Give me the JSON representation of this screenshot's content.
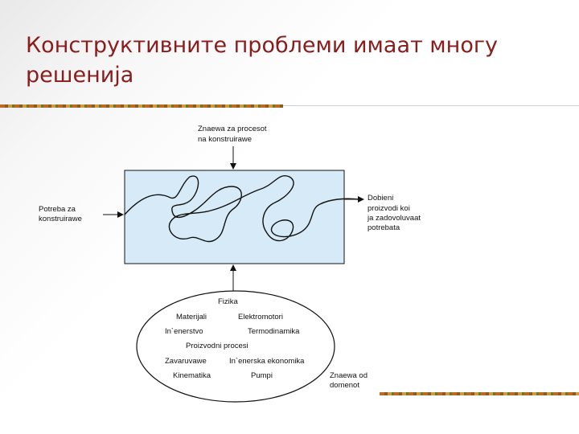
{
  "title_line1": "Конструктивните проблеми имаат многу",
  "title_line2": "решенија",
  "top_input": [
    "Znaewa za procesot",
    "na konstruirawe"
  ],
  "left_input": [
    "Potreba za",
    "konstruirawe"
  ],
  "right_output": [
    "Dobieni",
    "proizvodi koi",
    "ja zadovoluvaat",
    "potrebata"
  ],
  "domain_items": {
    "fizika": "Fizika",
    "materijali": "Materijali",
    "elektromotori": "Elektromotori",
    "inzenerstvo": "In`enerstvo",
    "termodinamika": "Termodinamika",
    "proizvodni_procesi": "Proizvodni procesi",
    "zavaruvawe": "Zavaruvawe",
    "inz_ekonomika": "In`enerska ekonomika",
    "kinematika": "Kinematika",
    "pumpi": "Pumpi"
  },
  "domain_label": [
    "Znaewa od",
    "domenot"
  ],
  "colors": {
    "title": "#8a1c1c",
    "box_fill": "#d6ebf7",
    "stroke": "#111111"
  }
}
